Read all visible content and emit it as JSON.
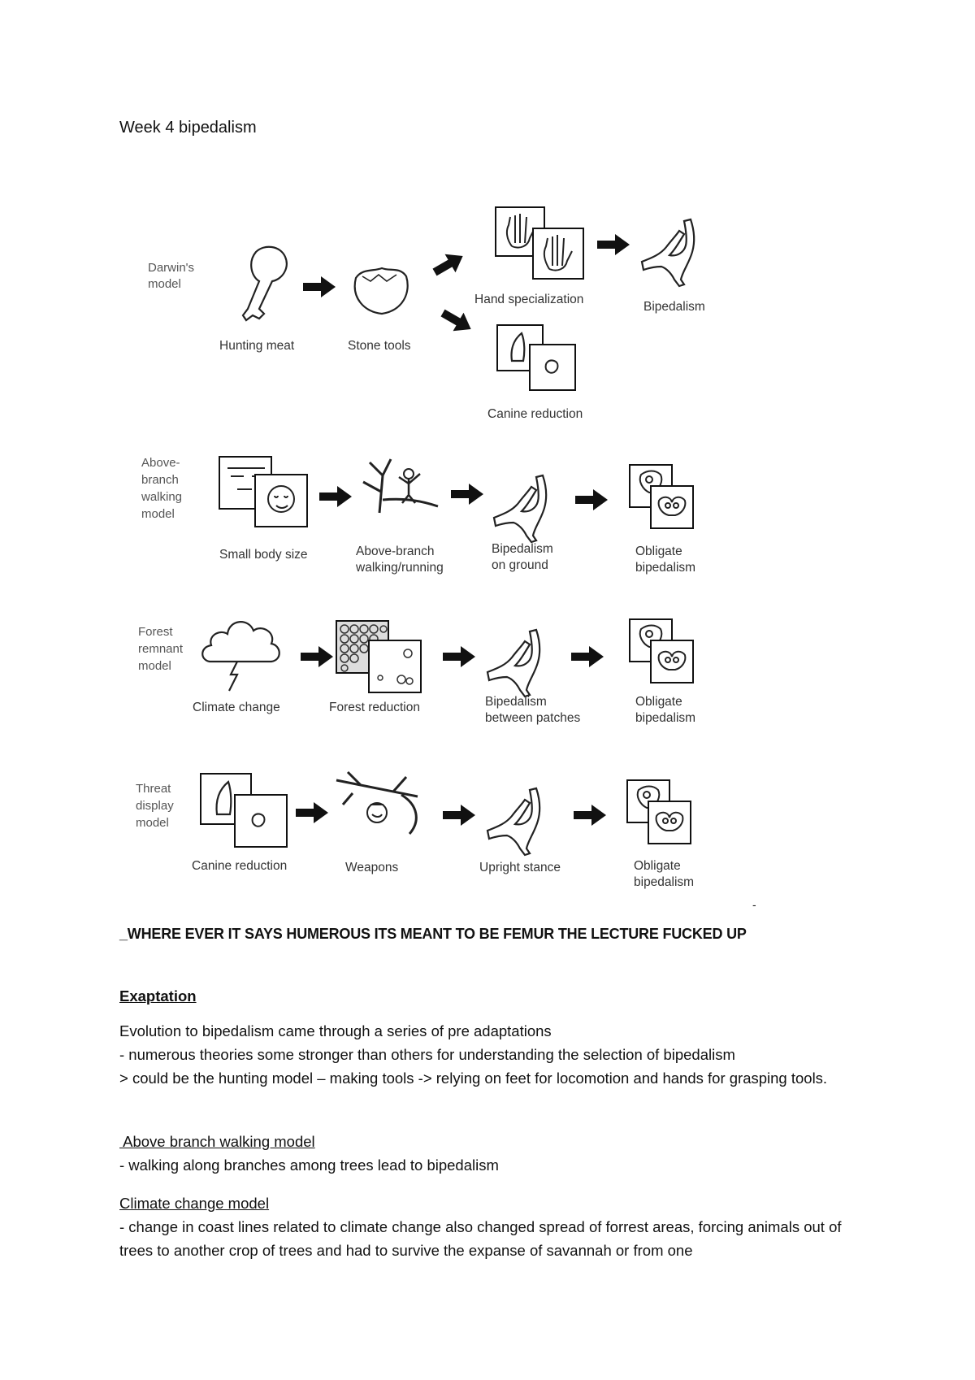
{
  "page_title": "Week 4 bipedalism",
  "diagram": {
    "rows": [
      {
        "label": [
          "Darwin's",
          "model"
        ],
        "steps": [
          "Hunting meat",
          "Stone tools",
          "Hand specialization",
          "Canine reduction",
          "Bipedalism"
        ]
      },
      {
        "label": [
          "Above-",
          "branch",
          "walking",
          "model"
        ],
        "steps": [
          "Small body size",
          "Above-branch",
          "walking/running",
          "Bipedalism",
          "on ground",
          "Obligate",
          "bipedalism"
        ]
      },
      {
        "label": [
          "Forest",
          "remnant",
          "model"
        ],
        "steps": [
          "Climate change",
          "Forest reduction",
          "Bipedalism",
          "between patches",
          "Obligate",
          "bipedalism"
        ]
      },
      {
        "label": [
          "Threat",
          "display",
          "model"
        ],
        "steps": [
          "Canine reduction",
          "Weapons",
          "Upright stance",
          "Obligate",
          "bipedalism"
        ]
      }
    ]
  },
  "stray_mark": "-",
  "notice": "_WHERE EVER IT SAYS HUMEROUS ITS MEANT TO BE FEMUR THE LECTURE FUCKED UP",
  "sections": {
    "exaptation": {
      "heading": "Exaptation",
      "lines": [
        "Evolution to bipedalism came through a series of pre adaptations",
        "- numerous theories some stronger than others for understanding the selection of bipedalism",
        "> could be the hunting model – making tools -> relying on feet for locomotion and hands for grasping tools."
      ]
    },
    "above_branch": {
      "heading": " Above branch walking model",
      "lines": [
        "- walking along branches among trees lead to bipedalism"
      ]
    },
    "climate": {
      "heading": "Climate change model",
      "lines": [
        "- change in coast lines related to climate change also changed spread of forrest areas, forcing animals out of trees to another crop of trees and had to survive the expanse of savannah or from one"
      ]
    }
  }
}
